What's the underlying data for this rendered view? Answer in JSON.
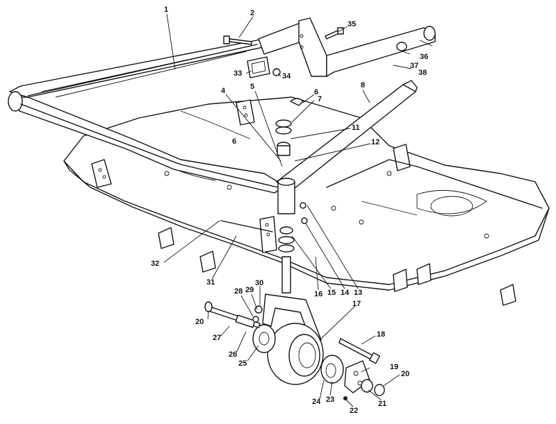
{
  "diagram": {
    "callouts": [
      "1",
      "2",
      "4",
      "5",
      "6",
      "6",
      "7",
      "8",
      "11",
      "12",
      "13",
      "14",
      "15",
      "16",
      "17",
      "18",
      "19",
      "20",
      "20",
      "21",
      "22",
      "23",
      "24",
      "25",
      "26",
      "27",
      "28",
      "29",
      "30",
      "31",
      "32",
      "33",
      "34",
      "35",
      "36",
      "37",
      "38"
    ]
  }
}
